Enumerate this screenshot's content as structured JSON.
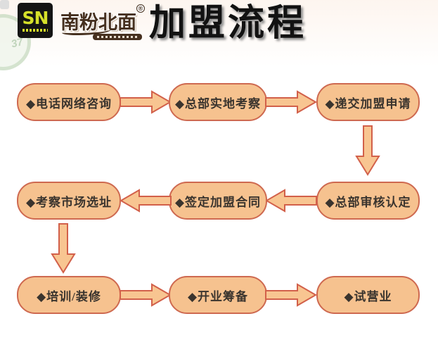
{
  "decor": {
    "watermark_text": "37"
  },
  "header": {
    "sn_logo": {
      "text": "SN"
    },
    "brand_logo": {
      "text": "南粉北面",
      "reg_mark": "®"
    },
    "title": "加盟流程"
  },
  "flow": {
    "bullet": "◆",
    "nodes": [
      "◆电话网络咨询",
      "◆总部实地考察",
      "◆递交加盟申请",
      "◆总部审核认定",
      "◆签定加盟合同",
      "◆考察市场选址",
      "◆培训/装修",
      "◆开业筹备",
      "◆试营业"
    ],
    "arrow_directions": [
      "right",
      "right",
      "down",
      "left",
      "left",
      "down",
      "right",
      "right"
    ],
    "colors": {
      "node_fill": "#F6C28F",
      "node_border": "#CE6950",
      "arrow_fill": "#F8C591",
      "arrow_stroke": "#D2604A",
      "node_text": "#3A342E"
    }
  }
}
